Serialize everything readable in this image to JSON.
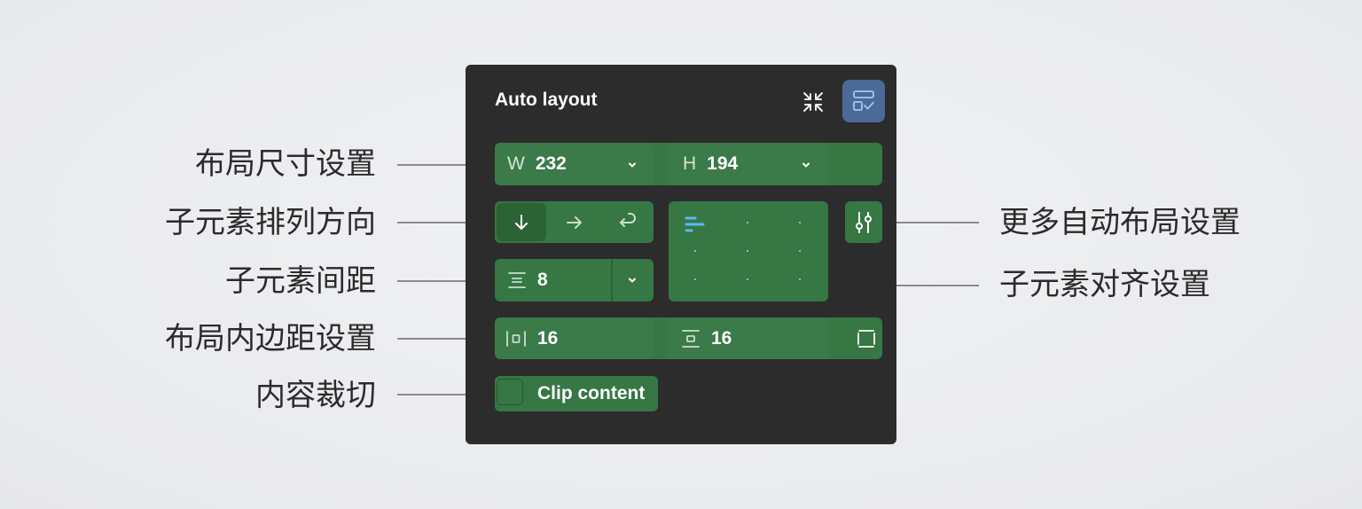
{
  "annotations": {
    "size": "布局尺寸设置",
    "direction": "子元素排列方向",
    "gap": "子元素间距",
    "padding": "布局内边距设置",
    "clip": "内容裁切",
    "advanced": "更多自动布局设置",
    "alignment": "子元素对齐设置"
  },
  "panel": {
    "title": "Auto layout",
    "width_label": "W",
    "width_value": "232",
    "height_label": "H",
    "height_value": "194",
    "gap_value": "8",
    "padding_horizontal": "16",
    "padding_vertical": "16",
    "clip_label": "Clip content",
    "direction_selected": "vertical",
    "alignment_selected": "top-left"
  },
  "colors": {
    "panel_bg": "#2c2c2c",
    "field_green": "#367744",
    "toggle_blue": "#4b6a98",
    "align_accent": "#5bb8f5"
  }
}
